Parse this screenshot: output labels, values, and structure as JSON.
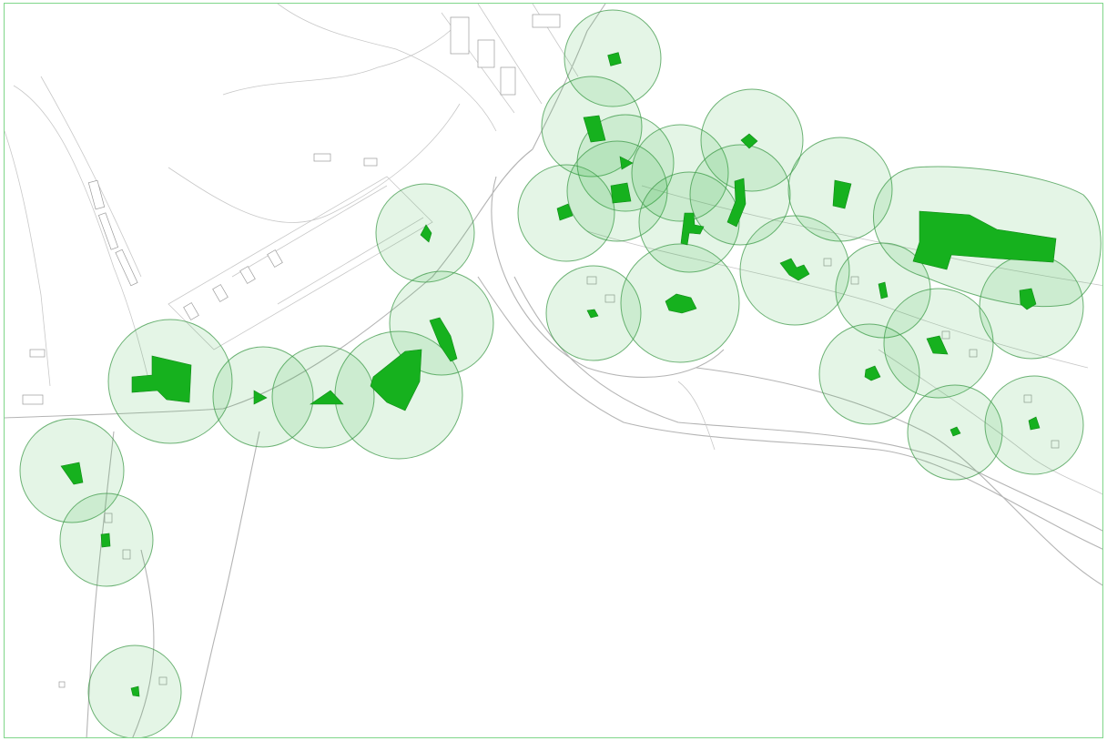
{
  "map": {
    "colors": {
      "buffer_fill": "#2fb33c",
      "buffer_stroke": "#3f9a4a",
      "facility_fill": "#16b11e",
      "road_line": "#b4b4b4",
      "frame_border": "#7fd68a"
    },
    "layers": [
      "road-network",
      "building-footprints",
      "service-buffer-zones",
      "facility-polygons"
    ],
    "buffer_zone_count": 33,
    "facility_count": 31
  }
}
